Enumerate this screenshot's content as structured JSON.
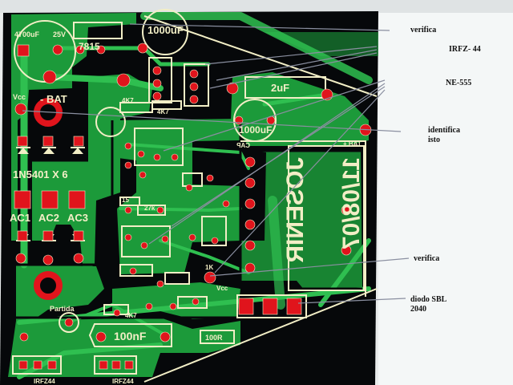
{
  "pcb": {
    "components": {
      "cap_4700": "4700uF",
      "cap_25v": "25V",
      "reg": "7815",
      "cap_1000_top": "1000uF",
      "cap_2u": "2uF",
      "cap_1000_mid": "1000uF",
      "cap_100n": "100nF",
      "res_100r": "100R",
      "res_4k7_a": "4K7",
      "res_4k7_b": "4K7",
      "res_4k7_c": "4K7",
      "res_15": "15",
      "res_27k": "27k",
      "res_1k": "1K",
      "bat": "- BAT",
      "bat_plus": "+ BAT",
      "vcc_a": "Vcc",
      "vcc_b": "Vcc",
      "diodes": "1N5401 X 6",
      "ac1": "AC1",
      "ac2": "AC2",
      "ac3": "AC3",
      "partida": "Partida",
      "irfz_bottom_a": "IRFZ44",
      "irfz_bottom_b": "IRFZ44",
      "mirror_name": "JOSENIR",
      "mirror_date": "11/08/07",
      "mirror_cap": "CAP"
    }
  },
  "callouts": {
    "verifica_top": "verifica",
    "irfz": "IRFZ- 44",
    "ne555": "NE-555",
    "identifica_1": "identifica",
    "identifica_2": "isto",
    "verifica_mid": "verifica",
    "diodo_1": "diodo SBL",
    "diodo_2": "2040"
  },
  "colors": {
    "board": "#06080a",
    "trace": "#1c9a3a",
    "trace_light": "#2fbf50",
    "pad": "#e0141c",
    "silk": "#f2eec6",
    "pointer": "#8a8fa0"
  }
}
